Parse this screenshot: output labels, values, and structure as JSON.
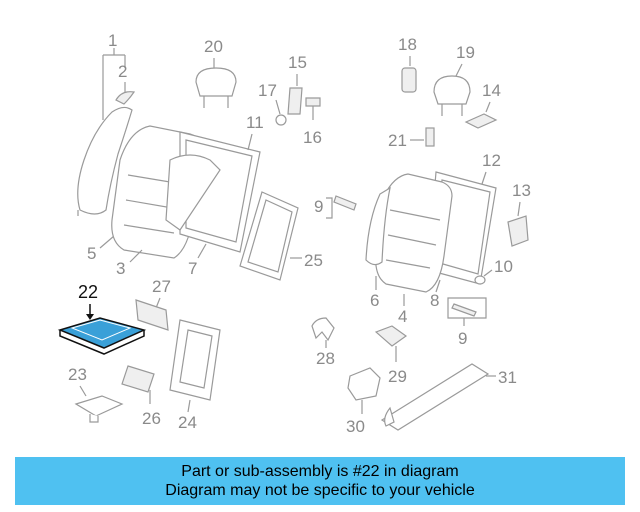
{
  "banner": {
    "line1": "Part or sub-assembly is #22 in diagram",
    "line2": "Diagram may not be specific to your vehicle"
  },
  "callouts": {
    "c1": "1",
    "c2": "2",
    "c3": "3",
    "c4": "4",
    "c5": "5",
    "c6": "6",
    "c7": "7",
    "c8": "8",
    "c9a": "9",
    "c9b": "9",
    "c10": "10",
    "c11": "11",
    "c12": "12",
    "c13": "13",
    "c14": "14",
    "c15": "15",
    "c16": "16",
    "c17": "17",
    "c18": "18",
    "c19": "19",
    "c20": "20",
    "c21": "21",
    "c22": "22",
    "c23": "23",
    "c24": "24",
    "c25": "25",
    "c26": "26",
    "c27": "27",
    "c28": "28",
    "c29": "29",
    "c30": "30",
    "c31": "31"
  },
  "highlight_color": "#3aa0d8"
}
